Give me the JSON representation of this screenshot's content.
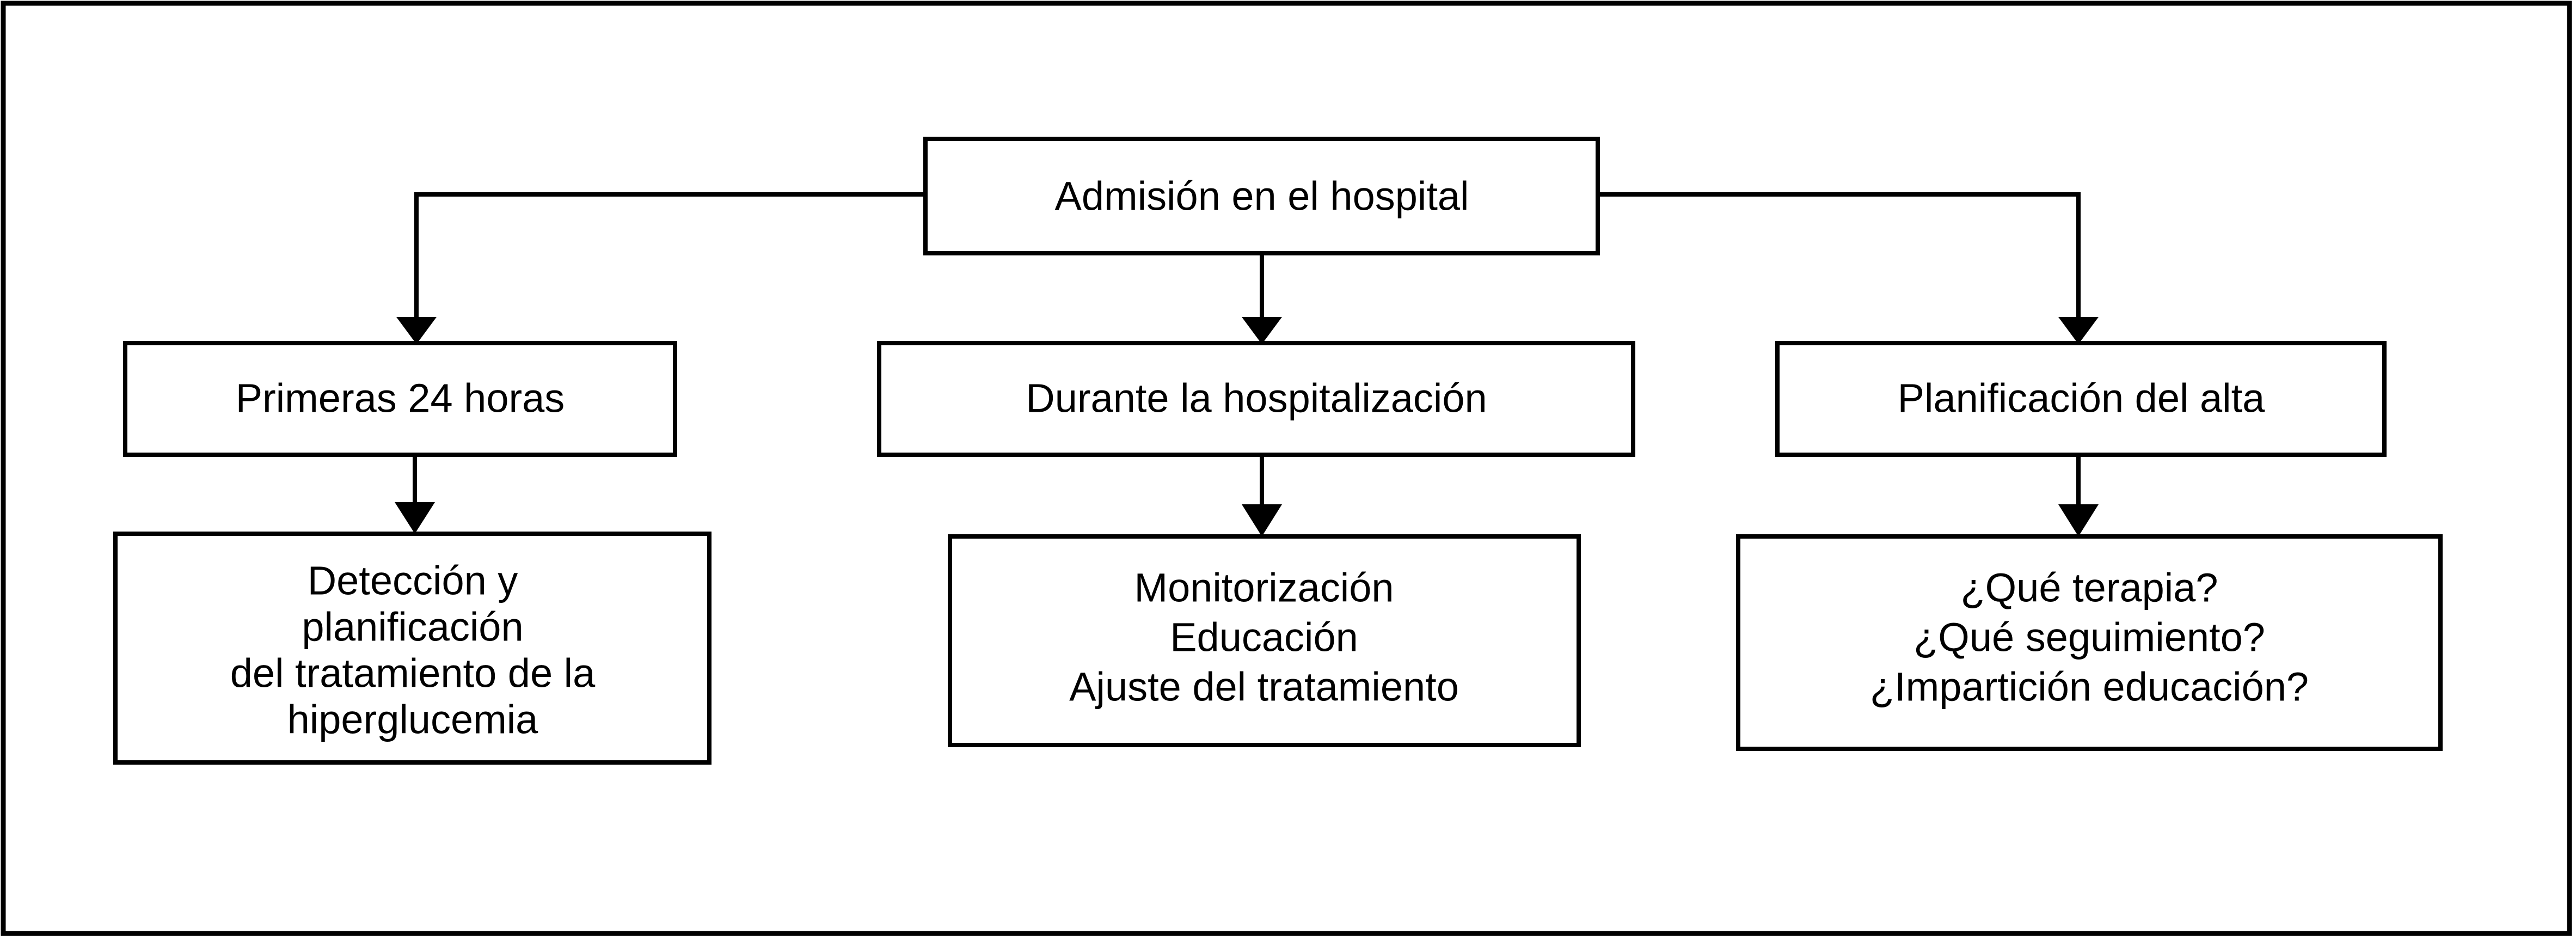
{
  "diagram": {
    "title_text": "",
    "colors": {
      "background": "#ffffff",
      "stroke": "#000000",
      "text": "#000000"
    },
    "frame": {
      "label": "outer-frame"
    },
    "nodes": {
      "root": {
        "label": "Admisión en el hospital"
      },
      "phase_first24": {
        "label": "Primeras 24 horas"
      },
      "phase_during": {
        "label": "Durante la hospitalización"
      },
      "phase_discharge": {
        "label": "Planificación del alta"
      },
      "detail_first24": {
        "line1": "Detección y",
        "line2": "planificación",
        "line3": "del tratamiento de la",
        "line4": "hiperglucemia"
      },
      "detail_during": {
        "line1": "Monitorización",
        "line2": "Educación",
        "line3": "Ajuste del tratamiento"
      },
      "detail_discharge": {
        "line1": "¿Qué terapia?",
        "line2": "¿Qué seguimiento?",
        "line3": "¿Impartición educación?"
      }
    },
    "edges": [
      {
        "name": "root-to-first24",
        "from": "root",
        "to": "phase_first24"
      },
      {
        "name": "root-to-during",
        "from": "root",
        "to": "phase_during"
      },
      {
        "name": "root-to-discharge",
        "from": "root",
        "to": "phase_discharge"
      },
      {
        "name": "first24-to-detail",
        "from": "phase_first24",
        "to": "detail_first24"
      },
      {
        "name": "during-to-detail",
        "from": "phase_during",
        "to": "detail_during"
      },
      {
        "name": "discharge-to-detail",
        "from": "phase_discharge",
        "to": "detail_discharge"
      }
    ]
  }
}
